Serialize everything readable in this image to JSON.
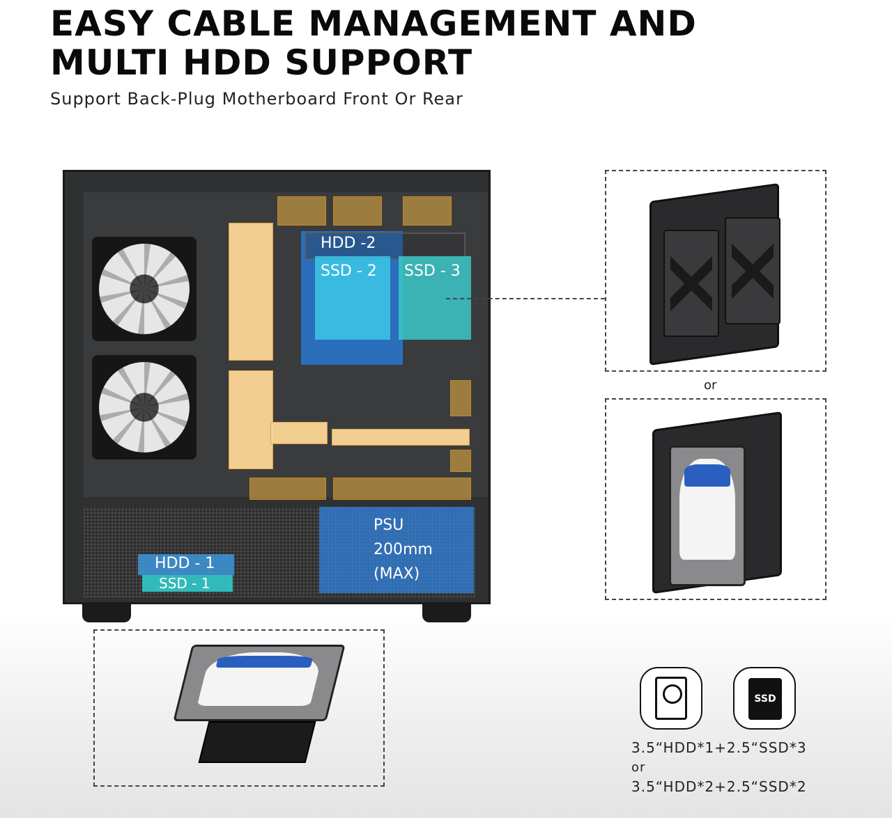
{
  "header": {
    "title_line1": "EASY CABLE MANAGEMENT AND",
    "title_line2": "MULTI HDD SUPPORT",
    "subtitle": "Support Back-Plug Motherboard Front Or Rear"
  },
  "case_labels": {
    "hdd2": "HDD -2",
    "ssd2": "SSD - 2",
    "ssd3": "SSD - 3",
    "psu_line1": "PSU",
    "psu_line2": "200mm",
    "psu_line3": "(MAX)",
    "hdd1": "HDD - 1",
    "ssd1": "SSD - 1"
  },
  "or_label": "or",
  "icons": {
    "hdd": "hdd-icon",
    "ssd": "ssd-icon",
    "ssd_icon_text": "SSD"
  },
  "specs": {
    "line1": "3.5“HDD*1+2.5“SSD*3",
    "or": "or",
    "line2": "3.5“HDD*2+2.5“SSD*2"
  },
  "colors": {
    "orange_overlay": "#ecb242",
    "blue_overlay": "#2878d2",
    "cyan_overlay": "#3cc8e6"
  }
}
